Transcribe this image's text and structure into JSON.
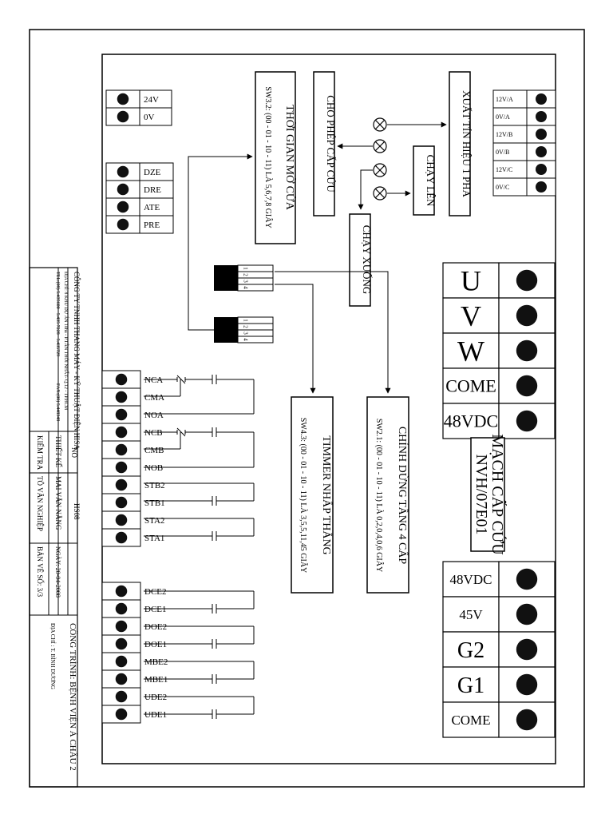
{
  "title_block": {
    "company": "CÔNG TY TNHH THANG MÁY - KỸ THUẬT ĐIỆN HISA",
    "address": "ĐỊA CHỈ: 8 KHU DỰ ÁN 10ha - P.TÂN THỚI NHẤT- Q.12 - TP.HCM",
    "phone": "TEL:(08) 5.435600 - 5.435 7228 - 5.435729",
    "fax": "FAX:(08) 5.448348",
    "no_label": "NO",
    "hs_label": "HS08",
    "design_label": "THIẾT KẾ",
    "designer": "MAI VĂN NĂNG",
    "date": "NGÀY: 20-04-2008",
    "check_label": "KIỂM TRA",
    "checker": "TÔ VĂN NGHIỆP",
    "sheet": "BẢN VẼ SỐ: 3/3",
    "project": "CÔNG TRÌNH: BỆNH VIỆN Á CHÂU 2",
    "project_address": "ĐỊA CHỈ : T. BÌNH DƯƠNG"
  },
  "diagram": {
    "power_labels": [
      "24V",
      "0V"
    ],
    "input_labels": [
      "DZE",
      "DRE",
      "ATE",
      "PRE"
    ],
    "relay_labels": [
      "NCA",
      "CMA",
      "NOA",
      "NCB",
      "CMB",
      "NOB",
      "STB2",
      "STB1",
      "STA2",
      "STA1"
    ],
    "door_labels": [
      "DCE2",
      "DCE1",
      "DOE2",
      "DOE1",
      "MBE2",
      "MBE1",
      "UDE2",
      "UDE1"
    ],
    "phase_labels": [
      "12V/A",
      "0V/A",
      "12V/B",
      "0V/B",
      "12V/C",
      "0V/C"
    ],
    "motor_labels": [
      "U",
      "V",
      "W",
      "COME",
      "48VDC"
    ],
    "battery_labels": [
      "48VDC",
      "45V",
      "G2",
      "G1",
      "COME"
    ],
    "board_name_line1": "MẠCH CẤP CỨU",
    "board_name_line2": "NVH/07E01",
    "dip_numbers": [
      "1",
      "2",
      "3",
      "4"
    ],
    "box_door_time_title": "THỜI GIAN MỞ CỬA",
    "box_door_time_sub": "SW3.2: (00 - 01 - 10 - 11) LÀ 5,6,7,8 GIÂY",
    "box_rescue_allow": "CHO PHÉP CẤP CỨU",
    "box_phase_out": "XUẤT TÍN HIỆU 1 PHA",
    "box_run_up": "CHẠY LÊN",
    "box_run_down": "CHẠY XUỐNG",
    "box_timer_title": "TIMMER NHẤP THẮNG",
    "box_timer_sub": "SW4.3: (00 - 01 - 10 - 11) LÀ 3,5,5,11,45 GIÂY",
    "box_stop_title": "CHỈNH DỪNG TẦNG 4 CẤP",
    "box_stop_sub": "SW2.1: (00 - 01 - 10 - 11) LÀ 0,2,0,4,0,6 GIÂY"
  }
}
